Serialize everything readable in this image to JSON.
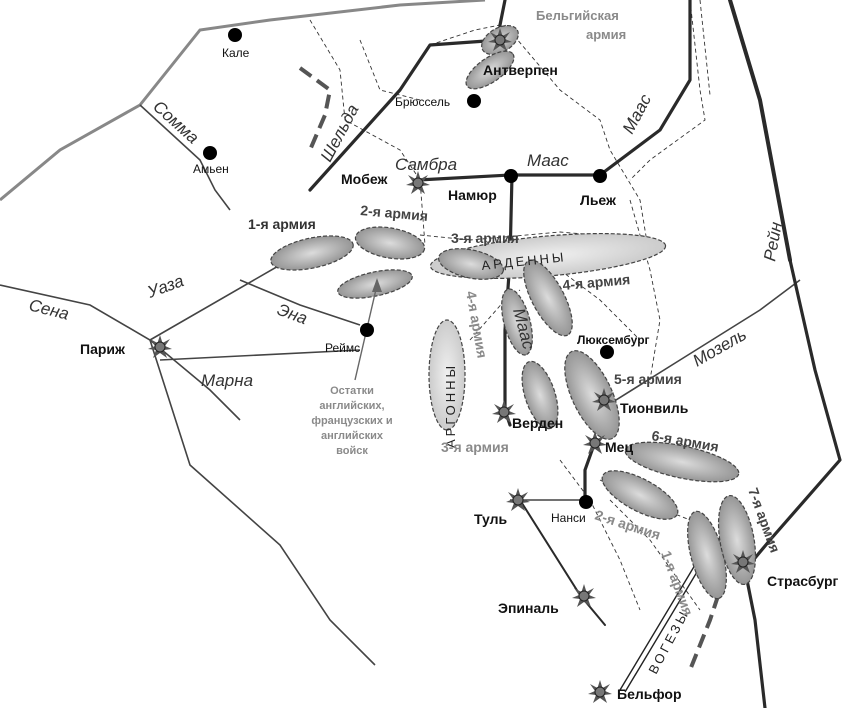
{
  "cities": {
    "kale": "Кале",
    "antverpen": "Антверпен",
    "bryussel": "Брюссель",
    "amen": "Амьен",
    "mobezh": "Мобеж",
    "namur": "Намюр",
    "lezh": "Льеж",
    "parizh": "Париж",
    "reims": "Реймс",
    "lyuksemburg": "Люксембург",
    "tionvil": "Тионвиль",
    "verden": "Верден",
    "mets": "Мец",
    "tul": "Туль",
    "nansi": "Нанси",
    "epinal": "Эпиналь",
    "strasburg": "Страсбург",
    "belfor": "Бельфор"
  },
  "rivers": {
    "somma": "Сомма",
    "shelda": "Шельда",
    "sambra": "Самбра",
    "maas_north": "Маас",
    "maas_east": "Маас",
    "maas_mid": "Маас",
    "sena": "Сена",
    "uaza": "Уаза",
    "ena": "Эна",
    "marna": "Марна",
    "rein": "Рейн",
    "mozel": "Мозель"
  },
  "regions": {
    "ardenny": "АРДЕННЫ",
    "argonny": "АРГОННЫ",
    "vogezy": "ВОГЕЗЫ"
  },
  "armies": {
    "german_1": "1-я армия",
    "german_2": "2-я армия",
    "german_3": "3-я армия",
    "german_4": "4-я армия",
    "german_5": "5-я армия",
    "german_6": "6-я армия",
    "german_7": "7-я армия",
    "french_4": "4-я армия",
    "french_3": "3-я армия",
    "french_2": "2-я армия",
    "french_1": "1-я армия"
  },
  "labels": {
    "belgian_army_line1": "Бельгийская",
    "belgian_army_line2": "армия",
    "remnants_line1": "Остатки",
    "remnants_line2": "английских,",
    "remnants_line3": "французских и",
    "remnants_line4": "английских",
    "remnants_line5": "войск"
  },
  "colors": {
    "army_fill": "#a8a8a8",
    "army_light_fill": "#d6d6d6",
    "river_color": "#444444",
    "road_color": "#2a2a2a"
  }
}
